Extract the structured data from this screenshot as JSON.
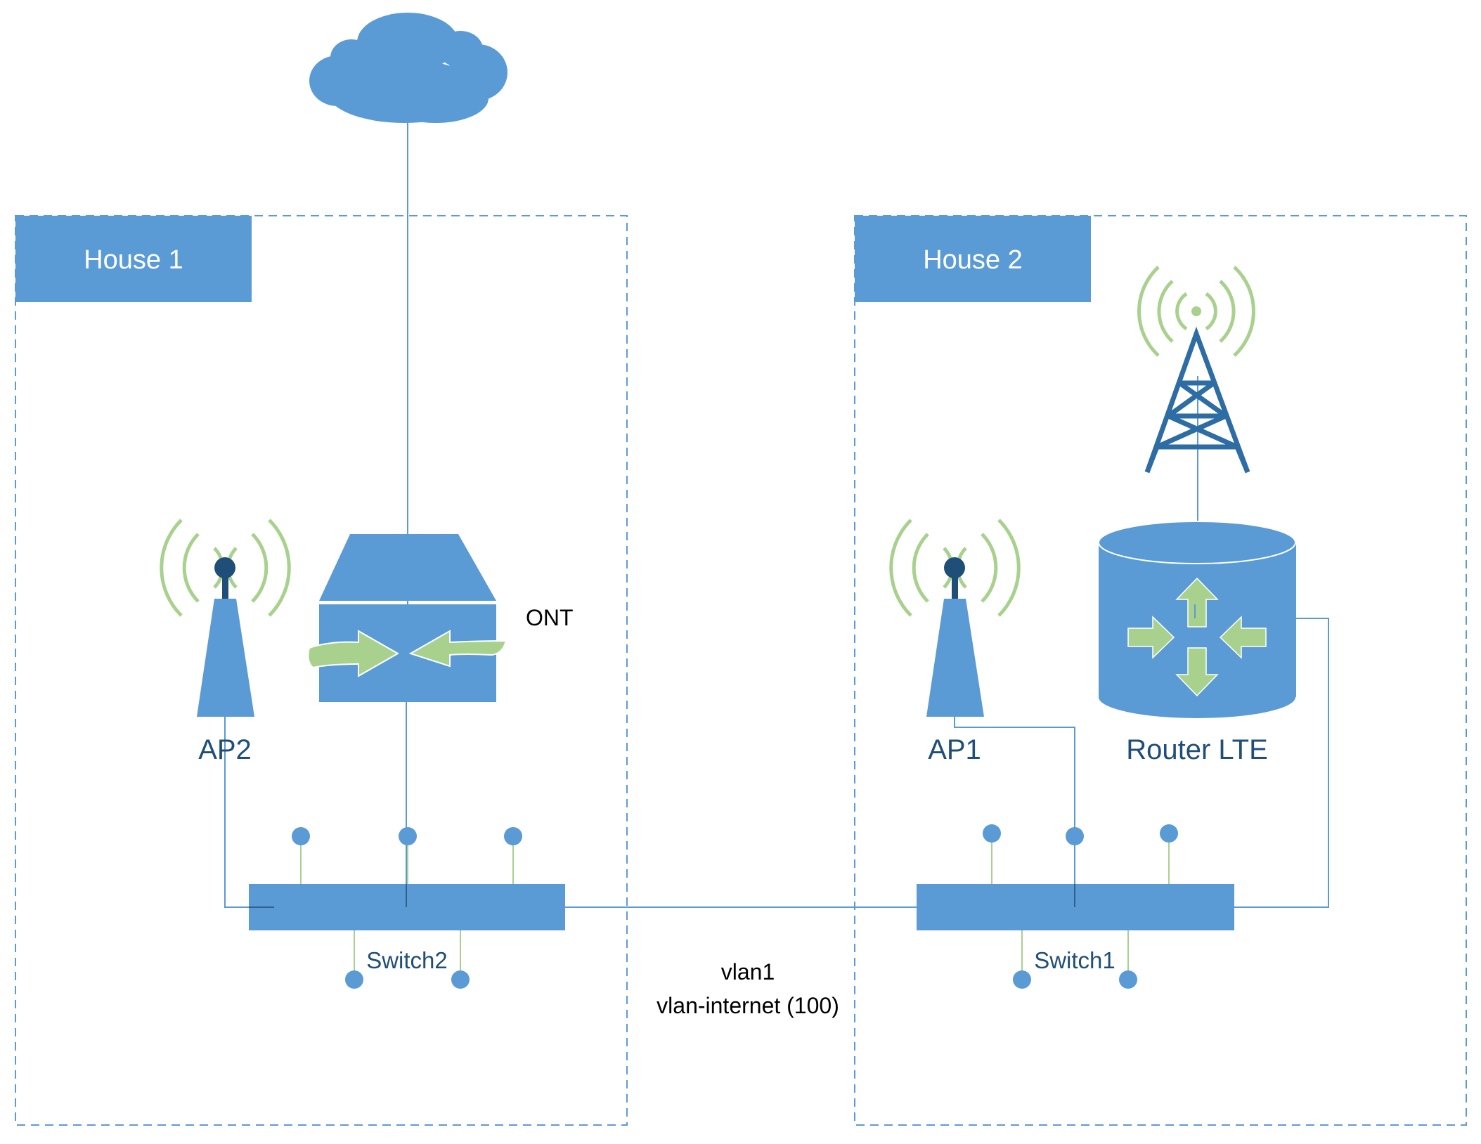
{
  "colors": {
    "primary_blue": "#5b9bd5",
    "dark_blue": "#1f4e79",
    "tower_blue": "#2e6da4",
    "green": "#a9d18e",
    "line_blue": "#5b9bd5"
  },
  "houses": [
    {
      "label": "House 1"
    },
    {
      "label": "House 2"
    }
  ],
  "devices": {
    "ap2": {
      "label": "AP2",
      "icon": "wireless-access-point-icon"
    },
    "ont": {
      "label": "ONT",
      "icon": "ont-router-icon"
    },
    "switch2": {
      "label": "Switch2",
      "icon": "switch-icon"
    },
    "ap1": {
      "label": "AP1",
      "icon": "wireless-access-point-icon"
    },
    "router_lte": {
      "label": "Router LTE",
      "icon": "router-icon"
    },
    "switch1": {
      "label": "Switch1",
      "icon": "switch-icon"
    },
    "tower": {
      "icon": "cell-tower-icon"
    },
    "internet": {
      "icon": "cloud-icon"
    }
  },
  "link": {
    "vlan_line1": "vlan1",
    "vlan_line2": "vlan-internet (100)"
  }
}
